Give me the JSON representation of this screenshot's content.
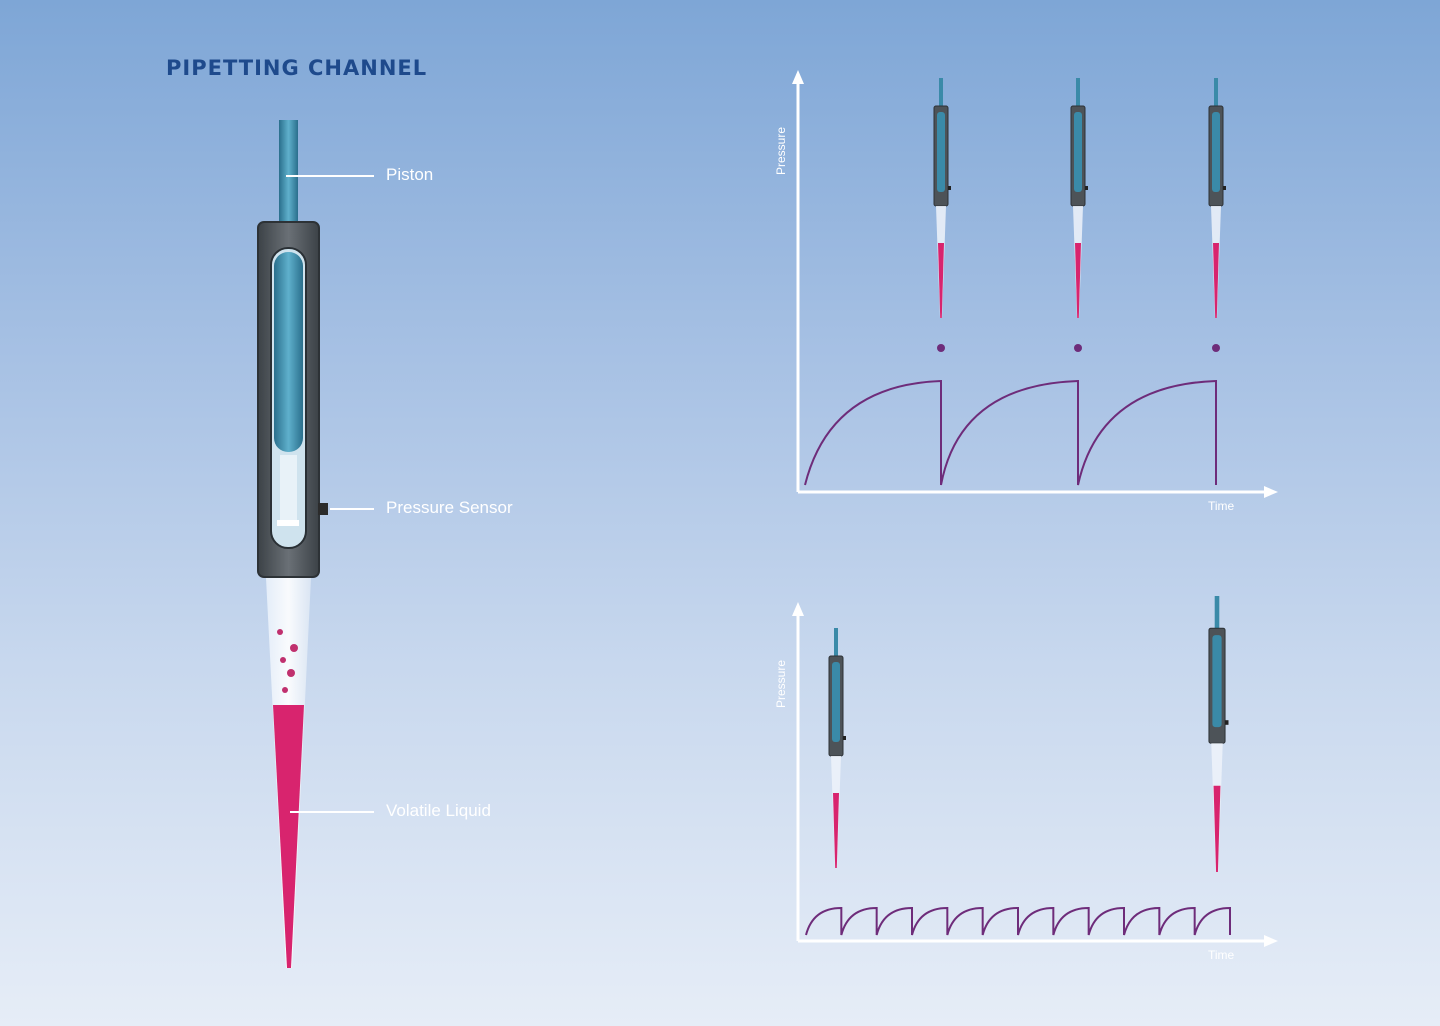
{
  "diagram": {
    "title": "PIPETTING CHANNEL",
    "labels": {
      "piston": "Piston",
      "pressure_sensor": "Pressure Sensor",
      "volatile_liquid": "Volatile Liquid"
    },
    "chart_top": {
      "ylabel": "Pressure",
      "xlabel": "Time"
    },
    "chart_bottom": {
      "ylabel": "Pressure",
      "xlabel": "Time"
    }
  },
  "colors": {
    "title": "#1e4a8c",
    "piston": "#3a8aa8",
    "housing": "#4d5358",
    "liquid": "#d8246e",
    "curve": "#6e2c7a",
    "axis": "#ffffff"
  }
}
